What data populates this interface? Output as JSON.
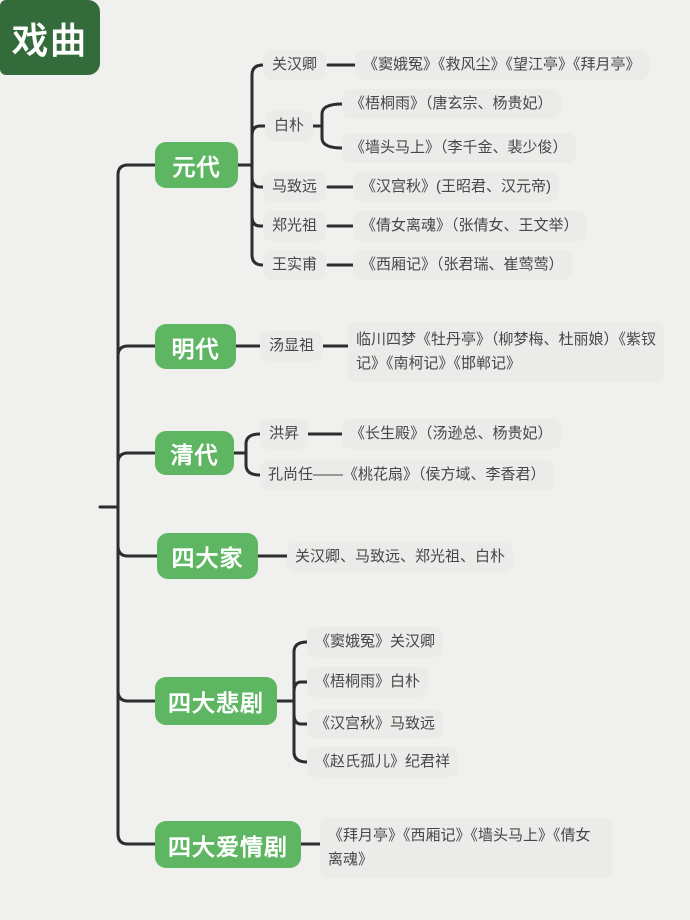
{
  "root": {
    "label": "戏曲"
  },
  "branches": [
    {
      "label": "元代",
      "children": [
        {
          "label": "关汉卿",
          "works": [
            "《窦娥冤》《救风尘》《望江亭》《拜月亭》"
          ]
        },
        {
          "label": "白朴",
          "works": [
            "《梧桐雨》（唐玄宗、杨贵妃）",
            "《墙头马上》（李千金、裴少俊）"
          ]
        },
        {
          "label": "马致远",
          "works": [
            "《汉宫秋》(王昭君、汉元帝)"
          ]
        },
        {
          "label": "郑光祖",
          "works": [
            "《倩女离魂》（张倩女、王文举）"
          ]
        },
        {
          "label": "王实甫",
          "works": [
            "《西厢记》（张君瑞、崔莺莺）"
          ]
        }
      ]
    },
    {
      "label": "明代",
      "children": [
        {
          "label": "汤显祖",
          "works": [
            "临川四梦《牡丹亭》（柳梦梅、杜丽娘）《紫钗记》《南柯记》《邯郸记》"
          ]
        }
      ]
    },
    {
      "label": "清代",
      "children": [
        {
          "label": "洪昇",
          "works": [
            "《长生殿》（汤逊总、杨贵妃）"
          ]
        },
        {
          "label": "孔尚任——《桃花扇》（侯方域、李香君）",
          "works": []
        }
      ]
    },
    {
      "label": "四大家",
      "children": [
        {
          "label": "关汉卿、马致远、郑光祖、白朴",
          "works": []
        }
      ]
    },
    {
      "label": "四大悲剧",
      "children": [
        {
          "label": "《窦娥冤》关汉卿",
          "works": []
        },
        {
          "label": "《梧桐雨》白朴",
          "works": []
        },
        {
          "label": "《汉宫秋》马致远",
          "works": []
        },
        {
          "label": "《赵氏孤儿》纪君祥",
          "works": []
        }
      ]
    },
    {
      "label": "四大爱情剧",
      "children": [
        {
          "label": "《拜月亭》《西厢记》《墙头马上》《倩女离魂》",
          "works": []
        }
      ]
    }
  ],
  "colors": {
    "background": "#f0f0ee",
    "root_node": "#336b3b",
    "branch_node": "#5eb663",
    "leaf_node": "#ebebe9",
    "leaf_text": "#474747",
    "connector": "#2d2d2d"
  }
}
